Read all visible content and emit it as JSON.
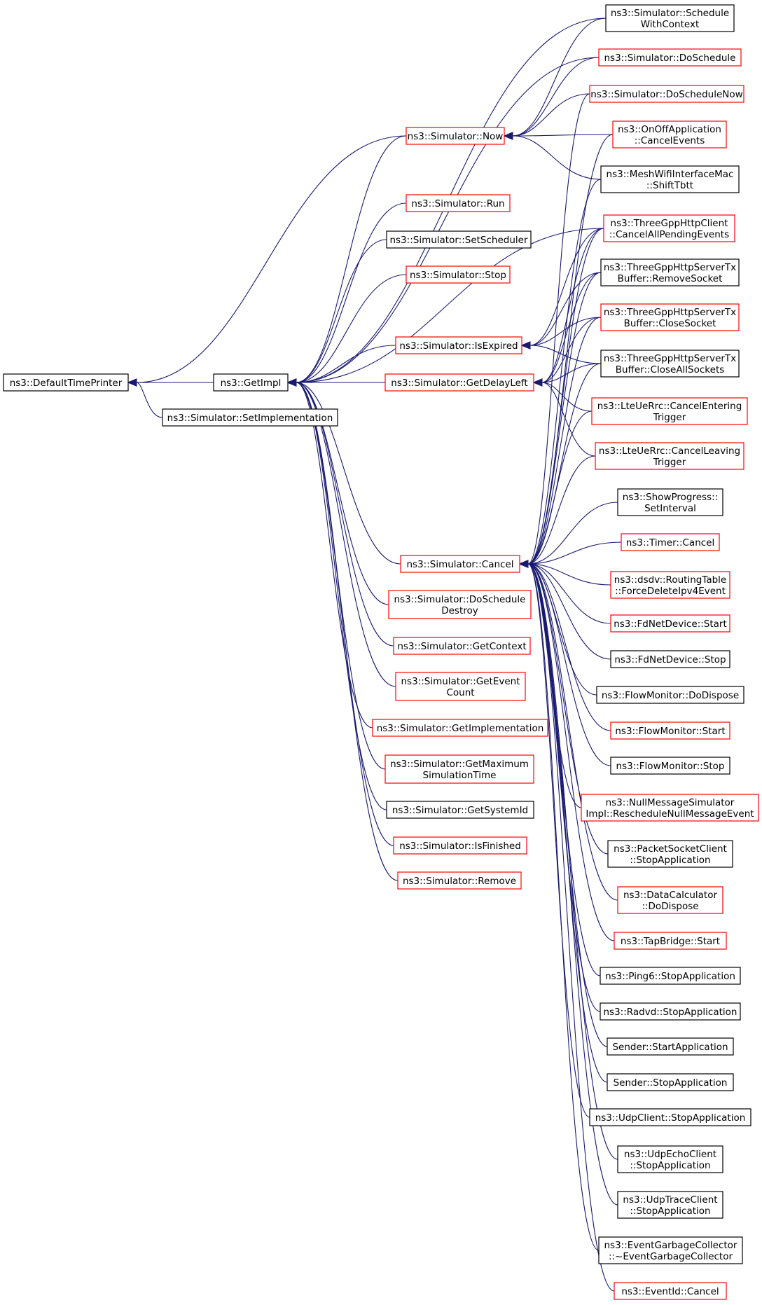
{
  "colors": {
    "edge": "#191970",
    "node_border_default": "#000000",
    "node_border_incomplete": "#ff0000",
    "node_fill_root": "#bfbfbf",
    "node_fill": "#ffffff"
  },
  "nodes": [
    {
      "id": "root",
      "lines": [
        "ns3::DefaultTimePrinter"
      ],
      "style": "root"
    },
    {
      "id": "getimpl",
      "lines": [
        "ns3::GetImpl"
      ],
      "style": "black"
    },
    {
      "id": "setimpl",
      "lines": [
        "ns3::Simulator::SetImplementation"
      ],
      "style": "black"
    },
    {
      "id": "now",
      "lines": [
        "ns3::Simulator::Now"
      ],
      "style": "red"
    },
    {
      "id": "run",
      "lines": [
        "ns3::Simulator::Run"
      ],
      "style": "red"
    },
    {
      "id": "setsched",
      "lines": [
        "ns3::Simulator::SetScheduler"
      ],
      "style": "black"
    },
    {
      "id": "stop",
      "lines": [
        "ns3::Simulator::Stop"
      ],
      "style": "red"
    },
    {
      "id": "isexpired",
      "lines": [
        "ns3::Simulator::IsExpired"
      ],
      "style": "red"
    },
    {
      "id": "getdelay",
      "lines": [
        "ns3::Simulator::GetDelayLeft"
      ],
      "style": "red"
    },
    {
      "id": "cancel",
      "lines": [
        "ns3::Simulator::Cancel"
      ],
      "style": "red"
    },
    {
      "id": "doschedestroy",
      "lines": [
        "ns3::Simulator::DoSchedule",
        "Destroy"
      ],
      "style": "red"
    },
    {
      "id": "getcontext",
      "lines": [
        "ns3::Simulator::GetContext"
      ],
      "style": "red"
    },
    {
      "id": "geteventcount",
      "lines": [
        "ns3::Simulator::GetEvent",
        "Count"
      ],
      "style": "red"
    },
    {
      "id": "getimplementation",
      "lines": [
        "ns3::Simulator::GetImplementation"
      ],
      "style": "red"
    },
    {
      "id": "getmaxsim",
      "lines": [
        "ns3::Simulator::GetMaximum",
        "SimulationTime"
      ],
      "style": "red"
    },
    {
      "id": "getsysid",
      "lines": [
        "ns3::Simulator::GetSystemId"
      ],
      "style": "black"
    },
    {
      "id": "isfinished",
      "lines": [
        "ns3::Simulator::IsFinished"
      ],
      "style": "red"
    },
    {
      "id": "remove",
      "lines": [
        "ns3::Simulator::Remove"
      ],
      "style": "red"
    },
    {
      "id": "schedctx",
      "lines": [
        "ns3::Simulator::Schedule",
        "WithContext"
      ],
      "style": "black"
    },
    {
      "id": "dosched",
      "lines": [
        "ns3::Simulator::DoSchedule"
      ],
      "style": "red"
    },
    {
      "id": "doschednow",
      "lines": [
        "ns3::Simulator::DoScheduleNow"
      ],
      "style": "red"
    },
    {
      "id": "onoff",
      "lines": [
        "ns3::OnOffApplication",
        "::CancelEvents"
      ],
      "style": "red"
    },
    {
      "id": "meshwifi",
      "lines": [
        "ns3::MeshWifiInterfaceMac",
        "::ShiftTbtt"
      ],
      "style": "black"
    },
    {
      "id": "httpclient",
      "lines": [
        "ns3::ThreeGppHttpClient",
        "::CancelAllPendingEvents"
      ],
      "style": "red"
    },
    {
      "id": "removesock",
      "lines": [
        "ns3::ThreeGppHttpServerTx",
        "Buffer::RemoveSocket"
      ],
      "style": "black"
    },
    {
      "id": "closesock",
      "lines": [
        "ns3::ThreeGppHttpServerTx",
        "Buffer::CloseSocket"
      ],
      "style": "red"
    },
    {
      "id": "closeall",
      "lines": [
        "ns3::ThreeGppHttpServerTx",
        "Buffer::CloseAllSockets"
      ],
      "style": "black"
    },
    {
      "id": "lteenter",
      "lines": [
        "ns3::LteUeRrc::CancelEntering",
        "Trigger"
      ],
      "style": "red"
    },
    {
      "id": "lteleave",
      "lines": [
        "ns3::LteUeRrc::CancelLeaving",
        "Trigger"
      ],
      "style": "red"
    },
    {
      "id": "showprog",
      "lines": [
        "ns3::ShowProgress::",
        "SetInterval"
      ],
      "style": "black"
    },
    {
      "id": "timercancel",
      "lines": [
        "ns3::Timer::Cancel"
      ],
      "style": "red"
    },
    {
      "id": "dsdv",
      "lines": [
        "ns3::dsdv::RoutingTable",
        "::ForceDeleteIpv4Event"
      ],
      "style": "red"
    },
    {
      "id": "fdstart",
      "lines": [
        "ns3::FdNetDevice::Start"
      ],
      "style": "red"
    },
    {
      "id": "fdstop",
      "lines": [
        "ns3::FdNetDevice::Stop"
      ],
      "style": "black"
    },
    {
      "id": "flowdispose",
      "lines": [
        "ns3::FlowMonitor::DoDispose"
      ],
      "style": "black"
    },
    {
      "id": "flowstart",
      "lines": [
        "ns3::FlowMonitor::Start"
      ],
      "style": "red"
    },
    {
      "id": "flowstop",
      "lines": [
        "ns3::FlowMonitor::Stop"
      ],
      "style": "black"
    },
    {
      "id": "nullmsg",
      "lines": [
        "ns3::NullMessageSimulator",
        "Impl::RescheduleNullMessageEvent"
      ],
      "style": "red"
    },
    {
      "id": "pktsock",
      "lines": [
        "ns3::PacketSocketClient",
        "::StopApplication"
      ],
      "style": "black"
    },
    {
      "id": "datacalc",
      "lines": [
        "ns3::DataCalculator",
        "::DoDispose"
      ],
      "style": "red"
    },
    {
      "id": "tapbridge",
      "lines": [
        "ns3::TapBridge::Start"
      ],
      "style": "red"
    },
    {
      "id": "ping6",
      "lines": [
        "ns3::Ping6::StopApplication"
      ],
      "style": "black"
    },
    {
      "id": "radvd",
      "lines": [
        "ns3::Radvd::StopApplication"
      ],
      "style": "black"
    },
    {
      "id": "senderstart",
      "lines": [
        "Sender::StartApplication"
      ],
      "style": "black"
    },
    {
      "id": "senderstop",
      "lines": [
        "Sender::StopApplication"
      ],
      "style": "black"
    },
    {
      "id": "udpclient",
      "lines": [
        "ns3::UdpClient::StopApplication"
      ],
      "style": "black"
    },
    {
      "id": "udpecho",
      "lines": [
        "ns3::UdpEchoClient",
        "::StopApplication"
      ],
      "style": "black"
    },
    {
      "id": "udptrace",
      "lines": [
        "ns3::UdpTraceClient",
        "::StopApplication"
      ],
      "style": "black"
    },
    {
      "id": "evgc",
      "lines": [
        "ns3::EventGarbageCollector",
        "::~EventGarbageCollector"
      ],
      "style": "black"
    },
    {
      "id": "eventidcancel",
      "lines": [
        "ns3::EventId::Cancel"
      ],
      "style": "red"
    }
  ],
  "edges": [
    [
      "getimpl",
      "root"
    ],
    [
      "setimpl",
      "root"
    ],
    [
      "now",
      "root"
    ],
    [
      "now",
      "getimpl"
    ],
    [
      "run",
      "getimpl"
    ],
    [
      "setsched",
      "getimpl"
    ],
    [
      "stop",
      "getimpl"
    ],
    [
      "isexpired",
      "getimpl"
    ],
    [
      "getdelay",
      "getimpl"
    ],
    [
      "cancel",
      "getimpl"
    ],
    [
      "doschedestroy",
      "getimpl"
    ],
    [
      "getcontext",
      "getimpl"
    ],
    [
      "geteventcount",
      "getimpl"
    ],
    [
      "getimplementation",
      "getimpl"
    ],
    [
      "getmaxsim",
      "getimpl"
    ],
    [
      "getsysid",
      "getimpl"
    ],
    [
      "isfinished",
      "getimpl"
    ],
    [
      "remove",
      "getimpl"
    ],
    [
      "schedctx",
      "getimpl"
    ],
    [
      "dosched",
      "getimpl"
    ],
    [
      "httpclient",
      "getimpl"
    ],
    [
      "schedctx",
      "now"
    ],
    [
      "dosched",
      "now"
    ],
    [
      "doschednow",
      "now"
    ],
    [
      "onoff",
      "now"
    ],
    [
      "meshwifi",
      "now"
    ],
    [
      "httpclient",
      "isexpired"
    ],
    [
      "removesock",
      "isexpired"
    ],
    [
      "closesock",
      "isexpired"
    ],
    [
      "closeall",
      "isexpired"
    ],
    [
      "httpclient",
      "getdelay"
    ],
    [
      "removesock",
      "getdelay"
    ],
    [
      "closesock",
      "getdelay"
    ],
    [
      "closeall",
      "getdelay"
    ],
    [
      "lteenter",
      "getdelay"
    ],
    [
      "lteleave",
      "getdelay"
    ],
    [
      "doschednow",
      "cancel"
    ],
    [
      "onoff",
      "cancel"
    ],
    [
      "meshwifi",
      "cancel"
    ],
    [
      "httpclient",
      "cancel"
    ],
    [
      "removesock",
      "cancel"
    ],
    [
      "closesock",
      "cancel"
    ],
    [
      "closeall",
      "cancel"
    ],
    [
      "lteenter",
      "cancel"
    ],
    [
      "lteleave",
      "cancel"
    ],
    [
      "showprog",
      "cancel"
    ],
    [
      "timercancel",
      "cancel"
    ],
    [
      "dsdv",
      "cancel"
    ],
    [
      "fdstart",
      "cancel"
    ],
    [
      "fdstop",
      "cancel"
    ],
    [
      "flowdispose",
      "cancel"
    ],
    [
      "flowstart",
      "cancel"
    ],
    [
      "flowstop",
      "cancel"
    ],
    [
      "nullmsg",
      "cancel"
    ],
    [
      "pktsock",
      "cancel"
    ],
    [
      "datacalc",
      "cancel"
    ],
    [
      "tapbridge",
      "cancel"
    ],
    [
      "ping6",
      "cancel"
    ],
    [
      "radvd",
      "cancel"
    ],
    [
      "senderstart",
      "cancel"
    ],
    [
      "senderstop",
      "cancel"
    ],
    [
      "udpclient",
      "cancel"
    ],
    [
      "udpecho",
      "cancel"
    ],
    [
      "udptrace",
      "cancel"
    ],
    [
      "evgc",
      "cancel"
    ],
    [
      "eventidcancel",
      "cancel"
    ]
  ]
}
